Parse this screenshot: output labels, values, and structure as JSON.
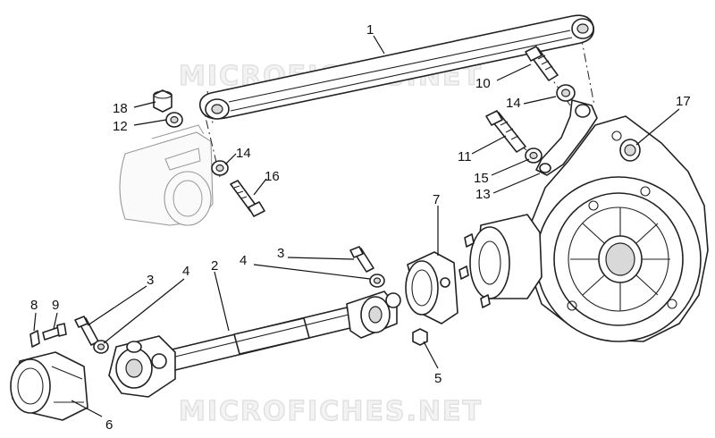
{
  "watermark": "MICROFICHES.NET",
  "callouts": [
    "1",
    "2",
    "3",
    "3",
    "4",
    "4",
    "5",
    "6",
    "7",
    "8",
    "9",
    "10",
    "11",
    "12",
    "13",
    "14",
    "14",
    "15",
    "16",
    "17",
    "18"
  ]
}
